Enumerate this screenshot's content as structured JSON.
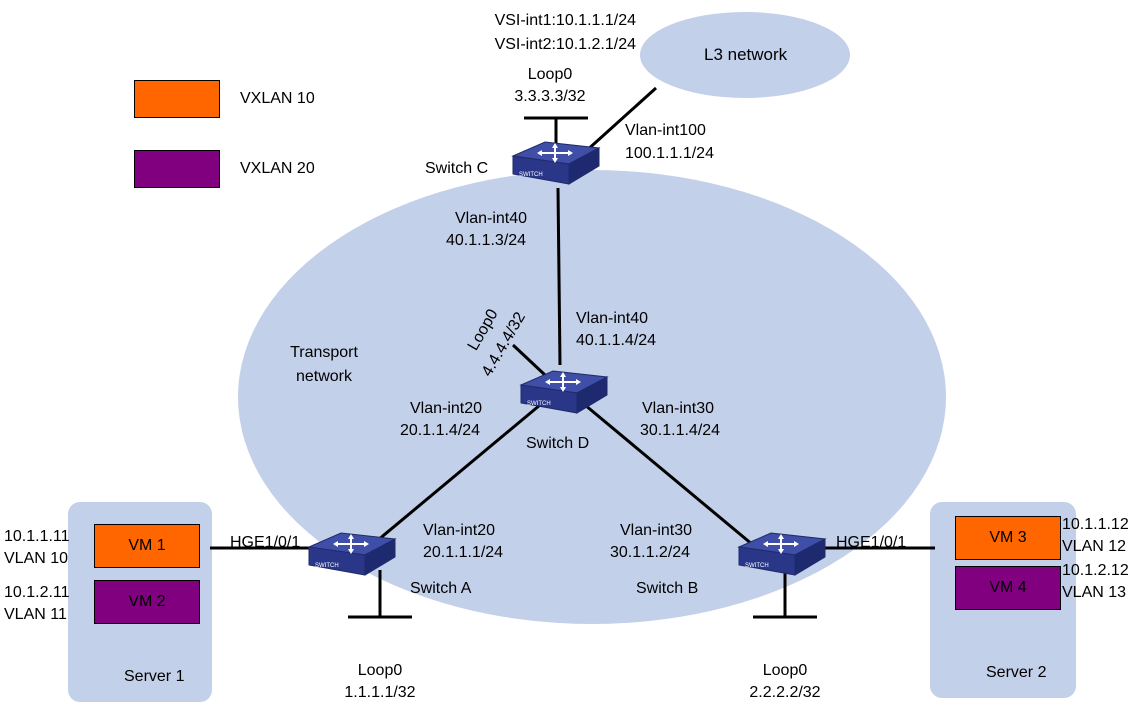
{
  "legend": [
    {
      "label": "VXLAN 10",
      "color": "#ff6600"
    },
    {
      "label": "VXLAN 20",
      "color": "#800080"
    }
  ],
  "clouds": {
    "l3": "L3 network",
    "transport": [
      "Transport",
      "network"
    ]
  },
  "switch_c": {
    "name": "Switch C",
    "vsi": [
      "VSI-int1:10.1.1.1/24",
      "VSI-int2:10.1.2.1/24"
    ],
    "loop": [
      "Loop0",
      "3.3.3.3/32"
    ],
    "uplink": [
      "Vlan-int100",
      "100.1.1.1/24"
    ],
    "down": [
      "Vlan-int40",
      "40.1.1.3/24"
    ]
  },
  "switch_d": {
    "name": "Switch D",
    "loop": [
      "Loop0",
      "4.4.4.4/32"
    ],
    "up": [
      "Vlan-int40",
      "40.1.1.4/24"
    ],
    "left": [
      "Vlan-int20",
      "20.1.1.4/24"
    ],
    "right": [
      "Vlan-int30",
      "30.1.1.4/24"
    ]
  },
  "switch_a": {
    "name": "Switch A",
    "iface": [
      "Vlan-int20",
      "20.1.1.1/24"
    ],
    "port": "HGE1/0/1",
    "loop": [
      "Loop0",
      "1.1.1.1/32"
    ]
  },
  "switch_b": {
    "name": "Switch B",
    "iface": [
      "Vlan-int30",
      "30.1.1.2/24"
    ],
    "port": "HGE1/0/1",
    "loop": [
      "Loop0",
      "2.2.2.2/32"
    ]
  },
  "server1": {
    "name": "Server 1",
    "vms": [
      {
        "name": "VM 1",
        "ip": "10.1.1.11",
        "vlan": "VLAN 10",
        "color": "#ff6600"
      },
      {
        "name": "VM 2",
        "ip": "10.1.2.11",
        "vlan": "VLAN 11",
        "color": "#800080"
      }
    ]
  },
  "server2": {
    "name": "Server 2",
    "vms": [
      {
        "name": "VM 3",
        "ip": "10.1.1.12",
        "vlan": "VLAN 12",
        "color": "#ff6600"
      },
      {
        "name": "VM 4",
        "ip": "10.1.2.12",
        "vlan": "VLAN 13",
        "color": "#800080"
      }
    ]
  },
  "switch_icon_text": "SWITCH"
}
